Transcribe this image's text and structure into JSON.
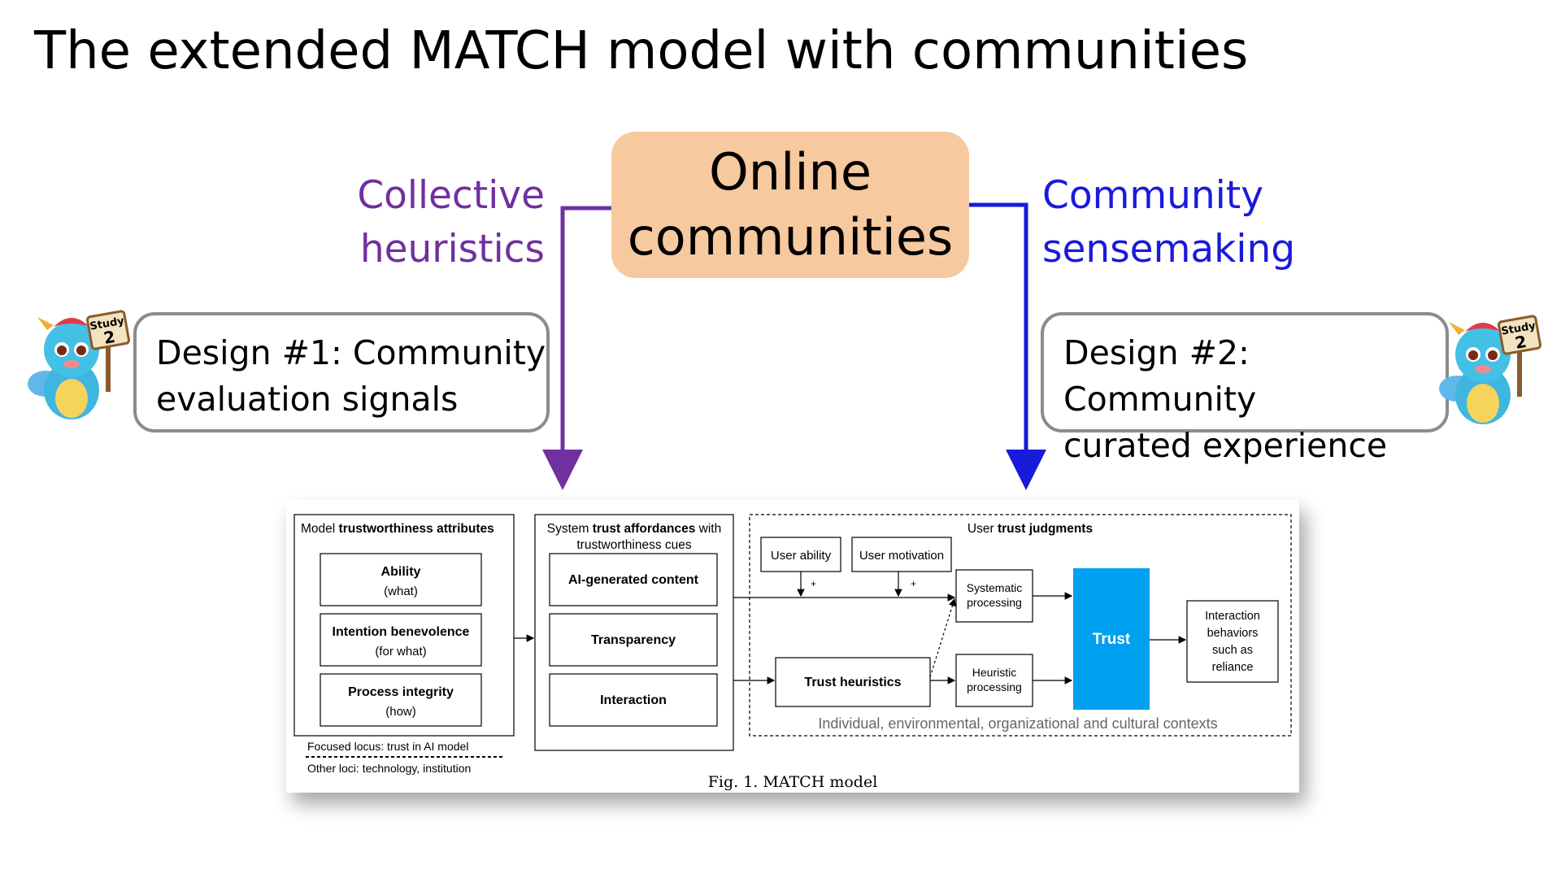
{
  "slide": {
    "title": "The extended MATCH model with communities"
  },
  "center_box": {
    "line1": "Online",
    "line2": "communities",
    "color": "#f7c99e"
  },
  "left_branch": {
    "line1": "Collective",
    "line2": "heuristics",
    "color": "#7030a0"
  },
  "right_branch": {
    "line1": "Community",
    "line2": "sensemaking",
    "color": "#1a1adb"
  },
  "design1": {
    "line1": "Design #1: Community",
    "line2": "evaluation signals"
  },
  "design2": {
    "line1": "Design #2: Community",
    "line2": "curated experience"
  },
  "mascot": {
    "sign_word": "Study",
    "sign_number": "2",
    "icon": "dragon-mascot-icon"
  },
  "match_model": {
    "group1": {
      "title_plain": "Model ",
      "title_bold": "trustworthiness attributes",
      "items": [
        {
          "label": "Ability",
          "sub": "(what)"
        },
        {
          "label": "Intention benevolence",
          "sub": "(for what)"
        },
        {
          "label": "Process integrity",
          "sub": "(how)"
        }
      ],
      "note1": "Focused locus: trust in AI model",
      "note2": "Other loci: technology, institution"
    },
    "group2": {
      "title_plain1": "System ",
      "title_bold": "trust affordances",
      "title_plain2": " with",
      "title_line2": "trustworthiness cues",
      "items": [
        "AI-generated content",
        "Transparency",
        "Interaction"
      ]
    },
    "group3": {
      "title_plain": "User ",
      "title_bold": "trust judgments",
      "user_ability": "User ability",
      "user_motivation": "User motivation",
      "plus": "+",
      "systematic": [
        "Systematic",
        "processing"
      ],
      "heuristic": [
        "Heuristic",
        "processing"
      ],
      "trust_heuristics": "Trust heuristics",
      "trust": "Trust",
      "interaction": [
        "Interaction",
        "behaviors",
        "such as",
        "reliance"
      ],
      "contexts": "Individual, environmental, organizational and cultural contexts"
    },
    "caption": "Fig. 1.  MATCH model",
    "trust_color": "#00a0f0"
  }
}
